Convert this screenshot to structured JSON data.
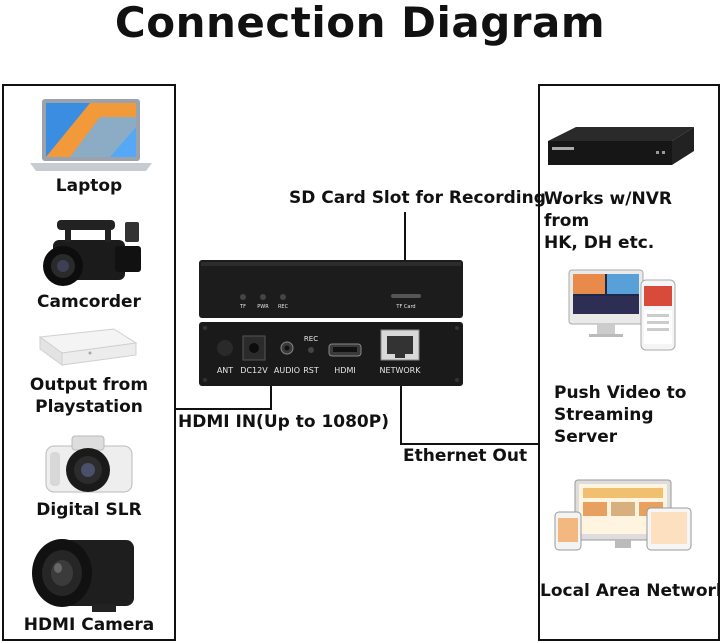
{
  "title": "Connection Diagram",
  "inputs": [
    {
      "label": "Laptop"
    },
    {
      "label": "Camcorder"
    },
    {
      "label": "Output from\nPlaystation"
    },
    {
      "label": "Digital SLR"
    },
    {
      "label": "HDMI Camera"
    }
  ],
  "outputs": [
    {
      "label": "Works w/NVR from\nHK, DH etc."
    },
    {
      "label": "Push Video to\nStreaming Server"
    },
    {
      "label": "Local Area Network"
    }
  ],
  "callouts": {
    "sd_card": "SD Card Slot for Recording",
    "hdmi_in": "HDMI IN(Up to 1080P)",
    "ethernet_out": "Ethernet Out"
  },
  "device": {
    "top_leds": [
      "TF",
      "PWR",
      "REC"
    ],
    "tf_card": "TF Card",
    "ports": {
      "ant": "ANT",
      "dc": "DC12V",
      "audio": "AUDIO",
      "rec": "REC",
      "rst": "RST",
      "hdmi": "HDMI",
      "network": "NETWORK"
    }
  }
}
